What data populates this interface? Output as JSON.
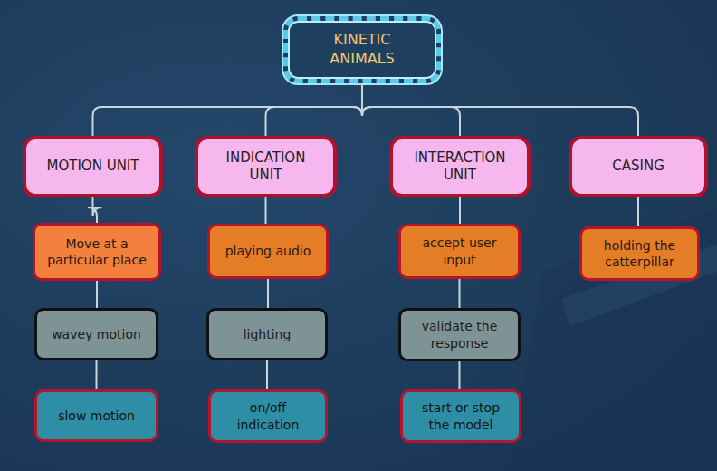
{
  "diagram": {
    "nodes": [
      {
        "text": [
          "KINETIC ANIMALS"
        ]
      },
      {
        "text": [
          "MOTION UNIT"
        ]
      },
      {
        "text": [
          "Move at a particular place"
        ]
      },
      {
        "text": [
          "wavey motion"
        ]
      },
      {
        "text": [
          "slow motion"
        ]
      },
      {
        "text": [
          "INDICATION UNIT"
        ]
      },
      {
        "text": [
          "playing audio"
        ]
      },
      {
        "text": [
          "lighting"
        ]
      },
      {
        "text": [
          "on/off indication"
        ]
      },
      {
        "text": [
          "INTERACTION UNIT"
        ]
      },
      {
        "text": [
          "accept user input"
        ]
      },
      {
        "text": [
          "validate the response"
        ]
      },
      {
        "text": [
          "start or stop the model"
        ]
      },
      {
        "text": [
          "CASING"
        ]
      },
      {
        "text": [
          "holding the catterpillar"
        ]
      }
    ],
    "edges": [
      {
        "from": 0,
        "to": 1,
        "arrow": "none"
      },
      {
        "from": 0,
        "to": 5,
        "arrow": "none"
      },
      {
        "from": 0,
        "to": 9,
        "arrow": "none"
      },
      {
        "from": 0,
        "to": 13,
        "arrow": "none"
      },
      {
        "from": 1,
        "to": 2,
        "arrow": "none"
      },
      {
        "from": 2,
        "to": 3,
        "arrow": "none"
      },
      {
        "from": 3,
        "to": 4,
        "arrow": "none"
      },
      {
        "from": 5,
        "to": 6,
        "arrow": "none"
      },
      {
        "from": 6,
        "to": 7,
        "arrow": "none"
      },
      {
        "from": 7,
        "to": 8,
        "arrow": "none"
      },
      {
        "from": 9,
        "to": 10,
        "arrow": "none"
      },
      {
        "from": 10,
        "to": 11,
        "arrow": "none"
      },
      {
        "from": 11,
        "to": 12,
        "arrow": "none"
      },
      {
        "from": 13,
        "to": 14,
        "arrow": "none"
      }
    ]
  }
}
